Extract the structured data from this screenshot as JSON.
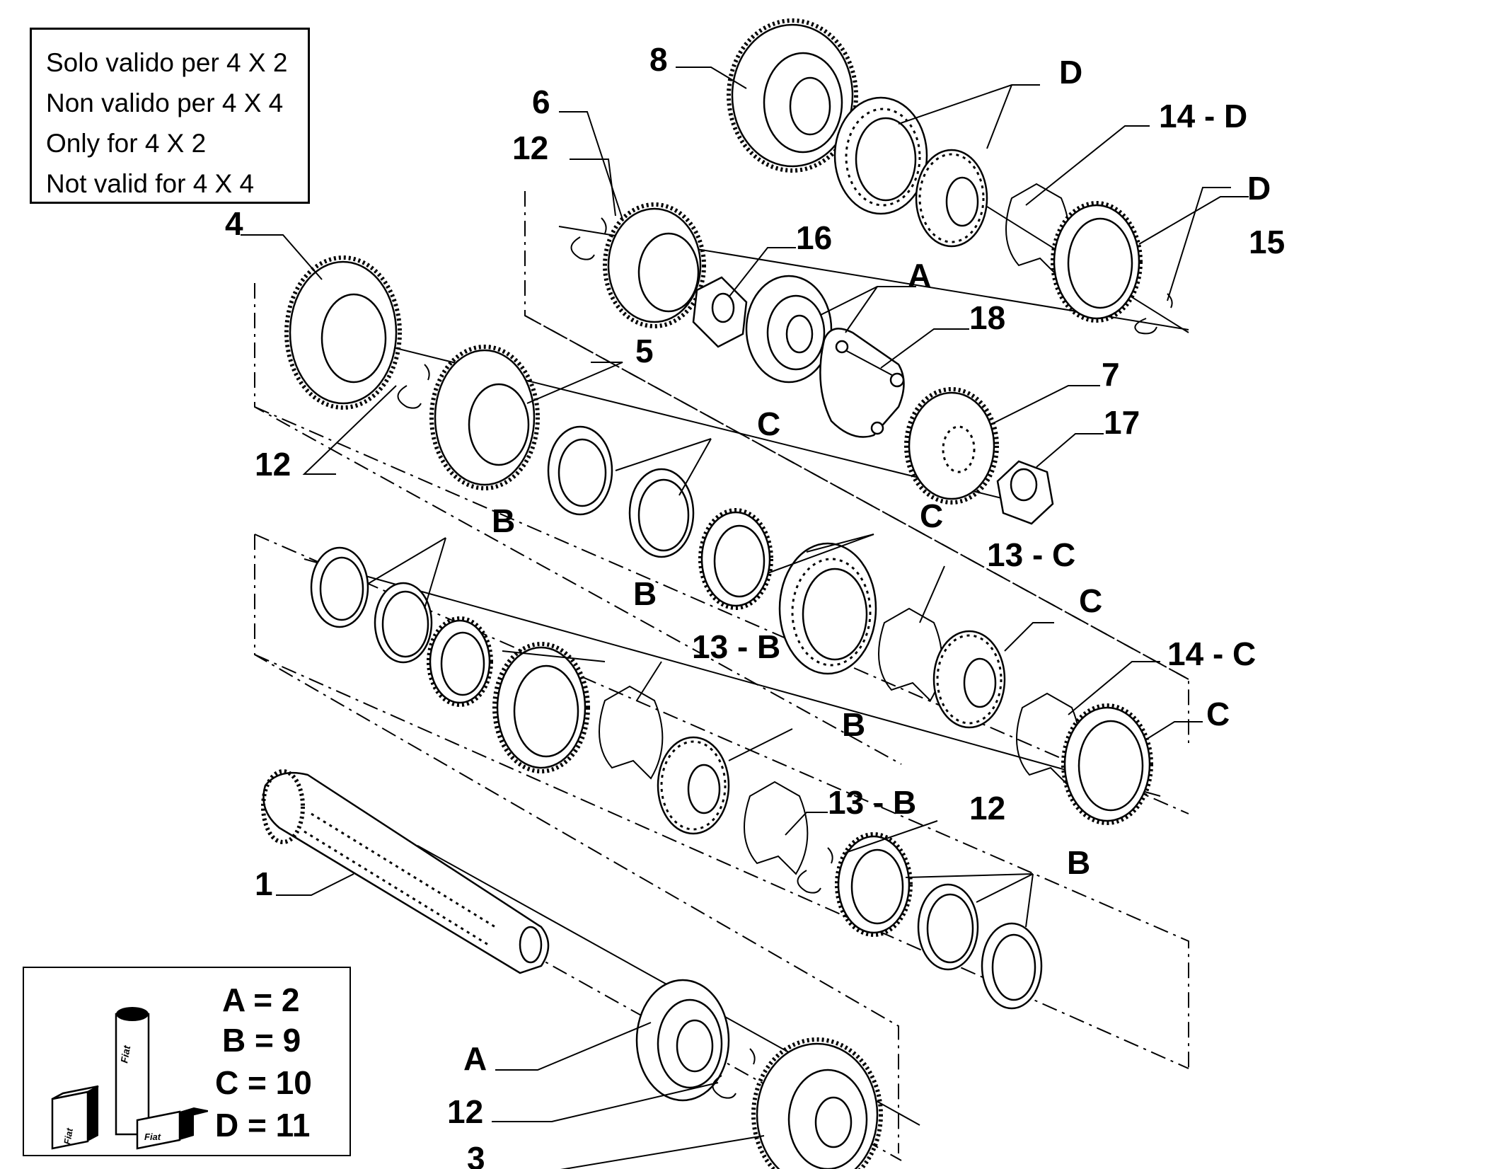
{
  "notes": {
    "lines": [
      "Solo valido per 4 X 2",
      "Non valido per 4 X 4",
      "Only for 4 X 2",
      "Not valid for 4 X 4"
    ]
  },
  "legend": {
    "items": [
      "A = 2",
      "B = 9",
      "C = 10",
      "D = 11"
    ],
    "logo_text": [
      "Fiat",
      "Fiat",
      "Fiat"
    ]
  },
  "callouts": {
    "c8": "8",
    "cD1": "D",
    "c6": "6",
    "c12a": "12",
    "c14D": "14 - D",
    "cD2": "D",
    "c4": "4",
    "c16": "16",
    "cA1": "A",
    "c15": "15",
    "c18": "18",
    "c5": "5",
    "c7": "7",
    "cC1": "C",
    "c17": "17",
    "c12b": "12",
    "cB1": "B",
    "cC2": "C",
    "c13C": "13 - C",
    "cB2": "B",
    "cC3": "C",
    "c13B1": "13 - B",
    "c14C": "14 - C",
    "cB3": "B",
    "cC4": "C",
    "c13B2": "13 - B",
    "c12c": "12",
    "c1": "1",
    "cB4": "B",
    "cA2": "A",
    "c12d": "12",
    "c3": "3"
  }
}
